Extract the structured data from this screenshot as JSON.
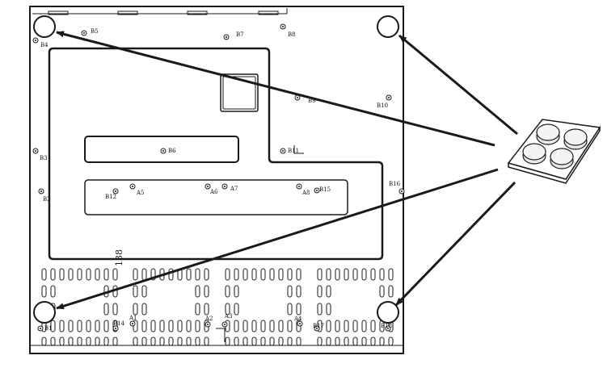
{
  "labels": {
    "B1": "B1",
    "B2": "B2",
    "B3": "B3",
    "B4": "B4",
    "B5": "B5",
    "B6": "B6",
    "B7": "B7",
    "B8": "B8",
    "B9": "B9",
    "B10": "B10",
    "B11": "B11",
    "B12": "B12",
    "B14": "B14",
    "B15": "B15",
    "B16": "B16",
    "B17": "B17",
    "B18": "B18",
    "A1": "A1",
    "A2": "A2",
    "A3": "A3",
    "A4": "A4",
    "A5": "A5",
    "A6": "A6",
    "A7": "A7",
    "A8": "A8"
  },
  "vertical_mark": "138",
  "foot_count": 4,
  "line_color": "#1a1a1a"
}
